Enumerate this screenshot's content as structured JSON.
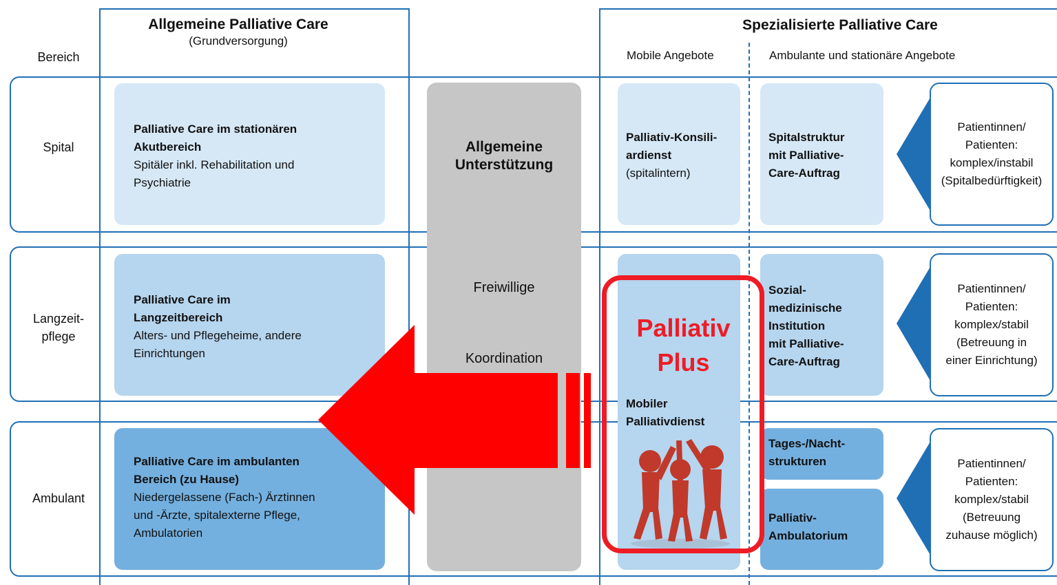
{
  "header": {
    "bereich_label": "Bereich",
    "general": {
      "title": "Allgemeine Palliative Care",
      "subtitle": "(Grundversorgung)"
    },
    "special": {
      "title": "Spezialisierte Palliative Care",
      "mobile": "Mobile Angebote",
      "ambulant_stationaer": "Ambulante und stationäre Angebote"
    }
  },
  "rows": {
    "spital": "Spital",
    "langzeit_line1": "Langzeit-",
    "langzeit_line2": "pflege",
    "ambulant": "Ambulant"
  },
  "general_boxes": {
    "spital": {
      "title1": "Palliative Care im stationären",
      "title2": "Akutbereich",
      "text1": "Spitäler inkl. Rehabilitation und",
      "text2": "Psychiatrie"
    },
    "langzeit": {
      "title1": "Palliative Care im",
      "title2": "Langzeitbereich",
      "text1": "Alters- und Pflegeheime, andere",
      "text2": "Einrichtungen"
    },
    "ambulant": {
      "title1": "Palliative Care im ambulanten",
      "title2": "Bereich (zu Hause)",
      "text1": "Niedergelassene (Fach-) Ärztinnen",
      "text2": "und -Ärzte, spitalexterne Pflege,",
      "text3": "Ambulatorien"
    }
  },
  "support_column": {
    "title1": "Allgemeine",
    "title2": "Unterstützung",
    "item1": "Freiwillige",
    "item2": "Koordination"
  },
  "mobile_boxes": {
    "konsil_title1": "Palliativ-Konsili-",
    "konsil_title2": "ardienst",
    "konsil_note": "(spitalintern)"
  },
  "palliativ_plus": {
    "title1": "Palliativ",
    "title2": "Plus",
    "sub1": "Mobiler",
    "sub2": "Palliativdienst"
  },
  "inst_boxes": {
    "spital1": "Spitalstruktur",
    "spital2": "mit Palliative-",
    "spital3": "Care-Auftrag",
    "sozial1": "Sozial-",
    "sozial2": "medizinische",
    "sozial3": "Institution",
    "sozial4": "mit Palliative-",
    "sozial5": "Care-Auftrag",
    "tages1": "Tages-/Nacht-",
    "tages2": "strukturen",
    "amb1": "Palliativ-",
    "amb2": "Ambulatorium"
  },
  "patients": {
    "spital": [
      "Patientinnen/",
      "Patienten:",
      "komplex/instabil",
      "(Spitalbedürftigkeit)"
    ],
    "langzeit": [
      "Patientinnen/",
      "Patienten:",
      "komplex/stabil",
      "(Betreuung in",
      "einer Einrichtung)"
    ],
    "ambulant": [
      "Patientinnen/",
      "Patienten:",
      "komplex/stabil",
      "(Betreuung",
      "zuhause möglich)"
    ]
  },
  "colors": {
    "border_blue": "#1f6fb5",
    "arrow_red": "#ff0000",
    "highlight_red": "#ee1c25",
    "box_light": "#d6e8f6",
    "box_mid": "#b6d5ee",
    "box_dark": "#74b0df",
    "gray": "#c6c6c6"
  }
}
